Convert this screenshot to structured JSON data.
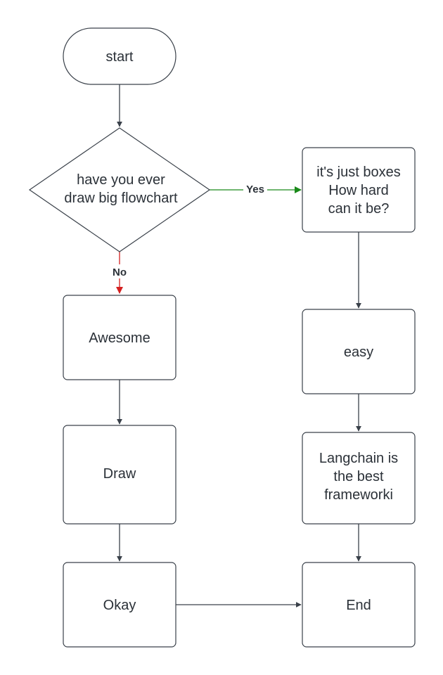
{
  "colors": {
    "stroke": "#3a414a",
    "text": "#2b3138",
    "yes_edge": "#1a8a1a",
    "no_edge": "#d42020"
  },
  "nodes": {
    "start": {
      "lines": [
        "start"
      ]
    },
    "decision": {
      "lines": [
        "have you ever",
        "draw big flowchart"
      ]
    },
    "boxes": {
      "lines": [
        "it's just boxes",
        "How hard",
        "can it be?"
      ]
    },
    "awesome": {
      "lines": [
        "Awesome"
      ]
    },
    "easy": {
      "lines": [
        "easy"
      ]
    },
    "draw": {
      "lines": [
        "Draw"
      ]
    },
    "langchain": {
      "lines": [
        "Langchain is",
        "the best",
        "frameworki"
      ]
    },
    "okay": {
      "lines": [
        "Okay"
      ]
    },
    "end": {
      "lines": [
        "End"
      ]
    }
  },
  "edges": {
    "yes": {
      "label": "Yes"
    },
    "no": {
      "label": "No"
    }
  }
}
